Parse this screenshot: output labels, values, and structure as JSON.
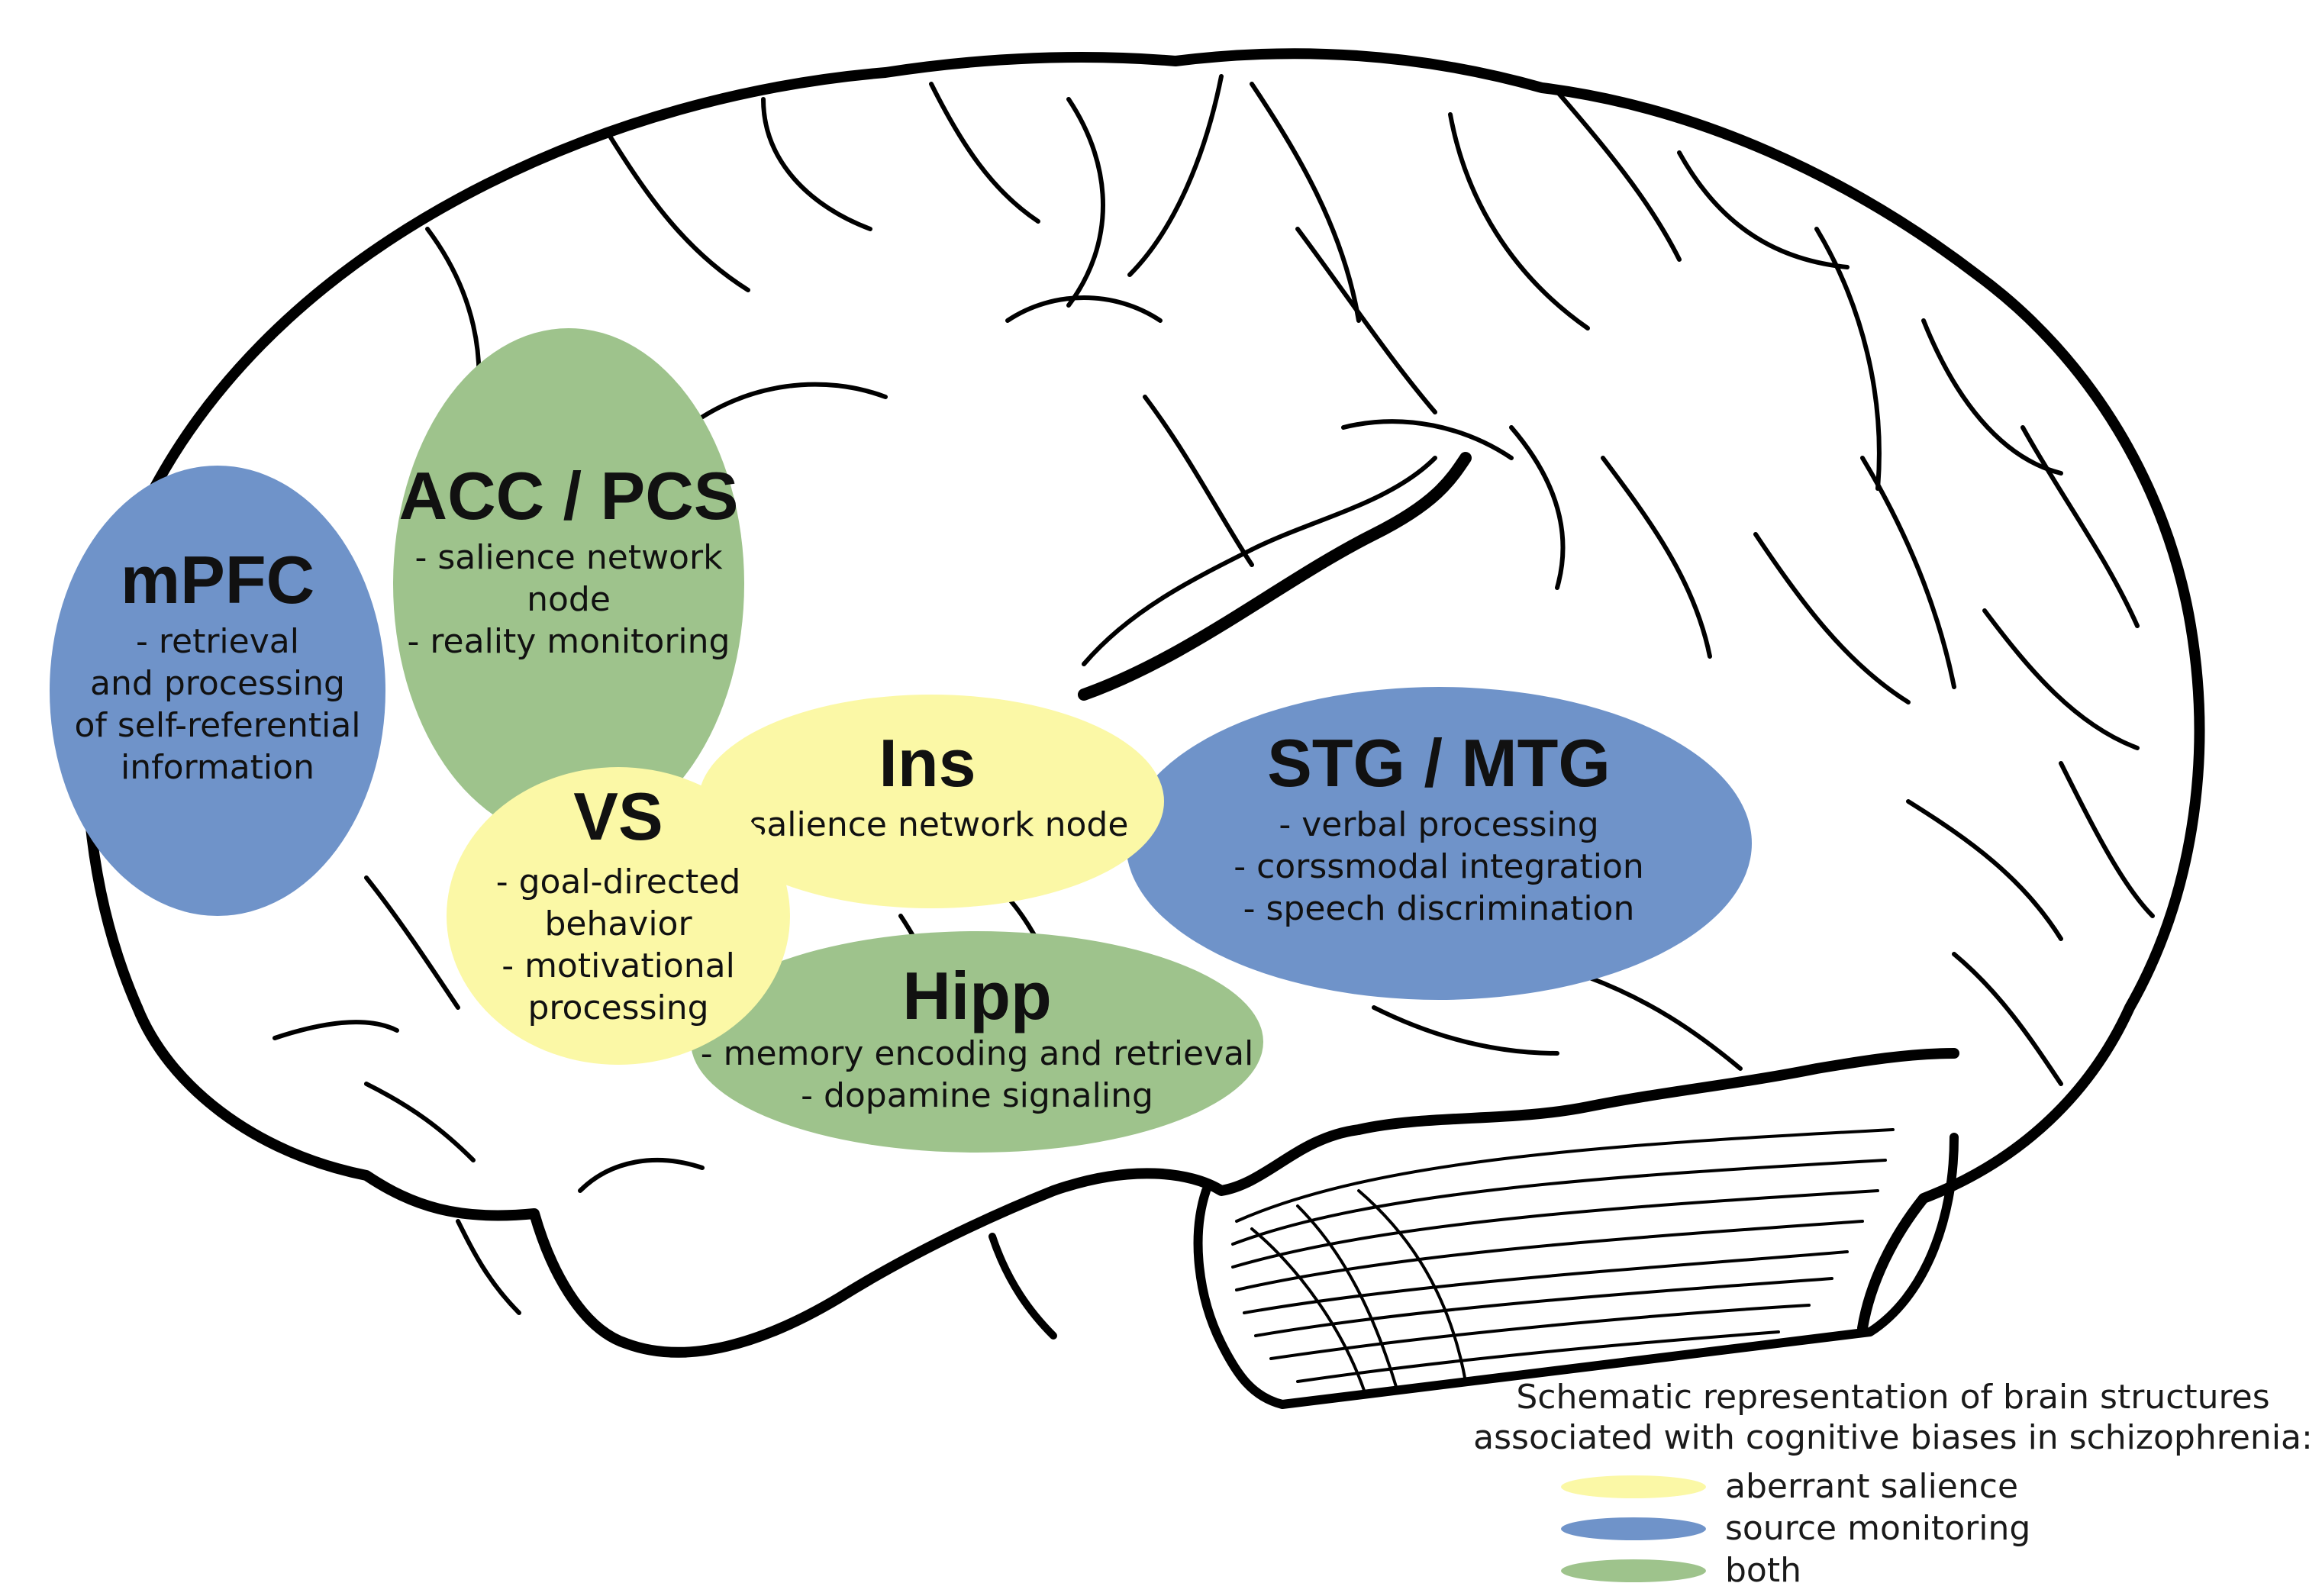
{
  "legend": {
    "title_line1": "Schematic representation of brain structures",
    "title_line2": "associated with cognitive biases in schizophrenia:",
    "items": [
      {
        "label": "aberrant salience",
        "color": "#fbf8a6"
      },
      {
        "label": "source monitoring",
        "color": "#6f93c9"
      },
      {
        "label": "both",
        "color": "#9ec38c"
      }
    ]
  },
  "regions": {
    "mpfc": {
      "title": "mPFC",
      "category": "source monitoring",
      "color": "#6f93c9",
      "lines": [
        "- retrieval",
        "and processing",
        "of self-referential",
        "information"
      ]
    },
    "acc_pcs": {
      "title": "ACC / PCS",
      "category": "both",
      "color": "#9ec38c",
      "lines": [
        "- salience network",
        "node",
        "- reality monitoring"
      ]
    },
    "vs": {
      "title": "VS",
      "category": "aberrant salience",
      "color": "#fbf8a6",
      "lines": [
        "- goal-directed",
        "behavior",
        "- motivational",
        "processing"
      ]
    },
    "ins": {
      "title": "Ins",
      "category": "aberrant salience",
      "color": "#fbf8a6",
      "lines": [
        "- salience network node"
      ]
    },
    "hipp": {
      "title": "Hipp",
      "category": "both",
      "color": "#9ec38c",
      "lines": [
        "- memory encoding and retrieval",
        "- dopamine signaling"
      ]
    },
    "stg_mtg": {
      "title": "STG / MTG",
      "category": "source monitoring",
      "color": "#6f93c9",
      "lines": [
        "- verbal processing",
        "- corssmodal integration",
        "- speech discrimination"
      ]
    }
  }
}
